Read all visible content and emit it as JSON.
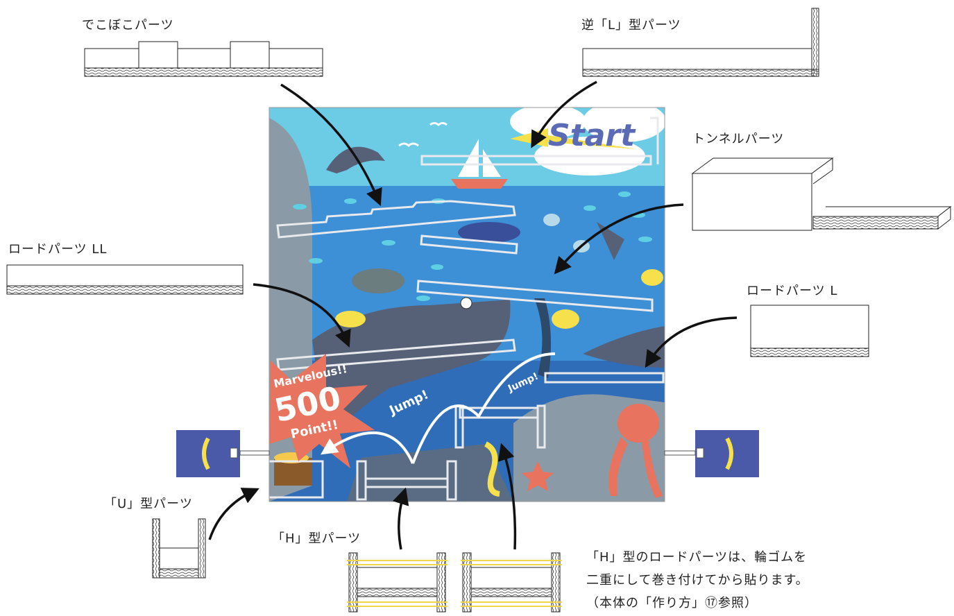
{
  "labels": {
    "dekoboko": "でこぼこパーツ",
    "reverse_l": "逆「L」型パーツ",
    "tunnel": "トンネルパーツ",
    "road_ll": "ロードパーツ LL",
    "road_l": "ロードパーツ L",
    "u_type": "「U」型パーツ",
    "h_type": "「H」型パーツ"
  },
  "board": {
    "start": "Start",
    "jump1": "Jump!",
    "jump2": "Jump!",
    "burst_line1": "Marvelous!!",
    "burst_line2": "500",
    "burst_line3": "Point!!"
  },
  "note": {
    "line1": "「H」型のロードパーツは、輪ゴムを",
    "line2": "二重にして巻き付けてから貼ります。",
    "line3": "（本体の「作り方」⑰参照）"
  },
  "colors": {
    "sky": "#6ccbe5",
    "sea": "#3d8fd6",
    "deep_sea": "#2f6db8",
    "whale": "#566077",
    "burst": "#e8735e",
    "flipper_panel": "#4a5aa8",
    "start_text": "#5a6ab5",
    "arrow": "#111111"
  }
}
